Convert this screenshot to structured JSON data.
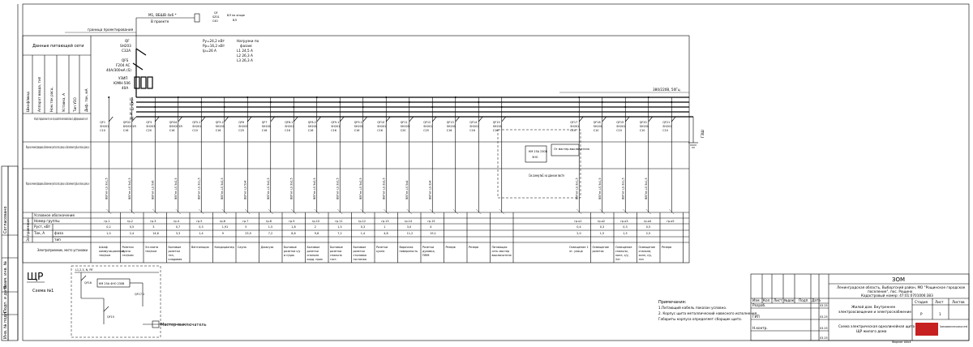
{
  "supply": {
    "cable_label": "М1, ВБШВ 4х6 *",
    "cable_label2": "В проекте",
    "meter": "QF",
    "meter_type": "SZ01",
    "meter_rating": "С40",
    "pole_label": "ВЛ на опоре",
    "pole_id": "ВЛ",
    "boundary": "граница проектирования"
  },
  "main_dev": {
    "qf": "QF",
    "qf_type": "SH203",
    "qf_rating": "С32А",
    "qfs": "QFS",
    "qfs_type": "F204 AC",
    "qfs_rating": "40А/300мА (S)",
    "uzip": "УЗИП",
    "uzip_type": "ЮМН-506",
    "uzip_rating": "40А"
  },
  "calc": {
    "pu": "Ру=24,2 кВт",
    "pr": "Рр=16,2 кВт",
    "ir": "Ip=26 А",
    "load_title": "Нагрузки по",
    "load_sub": "фазам:",
    "l1": "L1 24,5 А",
    "l2": "L2 26,3 А",
    "l3": "L3 26,3 А"
  },
  "bus": {
    "voltage": "380/220В, 50Гц",
    "phases": [
      "L1",
      "L2",
      "L3",
      "N",
      "PE"
    ],
    "ground": "ГЗШ"
  },
  "left_table": [
    "Данные питающей сети",
    "Аппарат ввода: тип, ном. ток расцепителя, уставка",
    "Аппарат отходящей линии: тип, ном. ток расцепителя или плавкой вставки, А, дифференциальный ток, мА",
    "Марка и сечение проводника, обозначение участка сети, длина, м, обозначение трубы на плане, длина, м",
    "Марка и сечение проводника, обозначение участка сети, длина, м, обозначение трубы на плане, длина, м",
    "Условное обозначение",
    "Номер группы",
    "Руст, кВт",
    "Ток, А",
    "Электроприемник, место установки"
  ],
  "left_sub": {
    "ras": "расч.",
    "ph": "фаза",
    "tip": "тип"
  },
  "side_labels": [
    "Согласовано",
    "Взам. инв. №",
    "Подп. и дата",
    "Инв. № подл."
  ],
  "groups": [
    {
      "num": "гр.1",
      "p": "0,2",
      "i": "1,0",
      "load": "Шкаф коммутационный тел/ком",
      "dev": "QF1",
      "dtype": "SH201",
      "drat": "С10",
      "cable": "ВВГнг-LS 3х1,5"
    },
    {
      "num": "гр.2",
      "p": "0,5",
      "i": "2,4",
      "load": "Розетки кухня тел/ком",
      "dev": "QFD2",
      "dtype": "DSH201R",
      "drat": "С16",
      "cable": "ВВГнг-LS 3х2,5"
    },
    {
      "num": "гр.3",
      "p": "3",
      "i": "14,6",
      "load": "Эл.плита тел/ком",
      "dev": "QF3",
      "dtype": "SH203",
      "drat": "С20",
      "cable": "ВВГнг-LS 5х6"
    },
    {
      "num": "гр.4",
      "p": "0,7",
      "i": "3,3",
      "load": "Бытовые розетки тел, кладовая",
      "dev": "QFD4",
      "dtype": "DSH201R",
      "drat": "С16",
      "cable": "ВВГнг-LS 3х2,5"
    },
    {
      "num": "гр.5",
      "p": "0,3",
      "i": "1,4",
      "load": "Вентиляция",
      "dev": "QF5.1",
      "dtype": "SH201",
      "drat": "С10",
      "cable": "ВВГнг-LS 3х1,5"
    },
    {
      "num": "гр.6",
      "p": "1,91",
      "i": "9",
      "load": "Кондиционер",
      "dev": "QF5.2",
      "dtype": "SH201",
      "drat": "С16",
      "cable": "ВВГнг-LS 3х2,5"
    },
    {
      "num": "гр.7",
      "p": "5",
      "i": "23,9",
      "load": "Сауна",
      "dev": "QF6",
      "dtype": "SH203",
      "drat": "С25",
      "cable": "ВВГнг-LS 5х4"
    },
    {
      "num": "гр.8",
      "p": "1,5",
      "i": "7,2",
      "load": "Джакузи",
      "dev": "QF7",
      "dtype": "SH201",
      "drat": "С16",
      "cable": "ВВГнг-LS 3х2,5"
    },
    {
      "num": "гр.9",
      "p": "1,8",
      "i": "8,6",
      "load": "Бытовые розетки с/у и п/цок",
      "dev": "QF8.1",
      "dtype": "SH201",
      "drat": "С16",
      "cable": "ВВГнг-LS 3х2,5"
    },
    {
      "num": "гр.10",
      "p": "2",
      "i": "9,6",
      "load": "Бытовые розетки спальня корд. прих",
      "dev": "QF8.2",
      "dtype": "SH201",
      "drat": "С16",
      "cable": "ВВГнг-LS 3х2,5"
    },
    {
      "num": "гр.11",
      "p": "1,5",
      "i": "7,2",
      "load": "Бытовые розетки спальня гост. прихож. прих.",
      "dev": "QF9.1",
      "dtype": "SH201",
      "drat": "С16",
      "cable": "ВВГнг-LS 3х2,5"
    },
    {
      "num": "гр.12",
      "p": "0,3",
      "i": "1,4",
      "load": "Бытовые розетки столовая гостиная терраса",
      "dev": "QF9.2",
      "dtype": "SH201",
      "drat": "С16",
      "cable": "ВВГнг-LS 3х2,5"
    },
    {
      "num": "гр.13",
      "p": "1",
      "i": "4,8",
      "load": "Розетки кухня",
      "dev": "QF10",
      "dtype": "SH201",
      "drat": "С16",
      "cable": "ВВГнг-LS 3х2,5"
    },
    {
      "num": "гр.14",
      "p": "3,0",
      "i": "11,2",
      "load": "Варочная поверхность",
      "dev": "QF11",
      "dtype": "SH203",
      "drat": "С20",
      "cable": "ВВГнг-LS 5х4"
    },
    {
      "num": "гр.15",
      "p": "4",
      "i": "19,1",
      "load": "Розетки духовка, ПММ",
      "dev": "QF12",
      "dtype": "SH201",
      "drat": "С25",
      "cable": "ВВГнг-LS 3х4"
    },
    {
      "num": "",
      "p": "",
      "i": "",
      "load": "Резерв",
      "dev": "QF13",
      "dtype": "SH201",
      "drat": "С16",
      "cable": ""
    },
    {
      "num": "",
      "p": "",
      "i": "",
      "load": "Резерв",
      "dev": "QF14",
      "dtype": "SH201",
      "drat": "С16",
      "cable": ""
    },
    {
      "num": "",
      "p": "",
      "i": "",
      "load": "Питающая сеть мастер выключателя",
      "dev": "QF15",
      "dtype": "SH201",
      "drat": "С16",
      "cable": ""
    }
  ],
  "ngroups": [
    {
      "num": "гр.о1",
      "p": "0,4",
      "i": "2,0",
      "load": "Освещение 1 эт. улица",
      "dev": "QF17",
      "dtype": "SH201",
      "drat": "С10",
      "cable": "ВВГнг-LS 3х1,5"
    },
    {
      "num": "гр.о2",
      "p": "0,3",
      "i": "1,5",
      "load": "Освещение розеток",
      "dev": "QF18",
      "dtype": "SH201",
      "drat": "С10",
      "cable": "ВВГнг-LS 3х1,5"
    },
    {
      "num": "гр.о3",
      "p": "0,3",
      "i": "1,5",
      "load": "Освещение спальни, холл, с/у, 2эт",
      "dev": "QF19",
      "dtype": "SH201",
      "drat": "С10",
      "cable": "ВВГнг-LS 3х1,5"
    },
    {
      "num": "гр.о4",
      "p": "0,5",
      "i": "2,5",
      "load": "Освещение спальни, холл, с/у, тел",
      "dev": "QF20",
      "dtype": "SH201",
      "drat": "С10",
      "cable": "ВВГнг-LS 3х1,5"
    },
    {
      "num": "гр.о5",
      "p": "",
      "i": "",
      "load": "Резерв",
      "dev": "QF21",
      "dtype": "SH201",
      "drat": "С10",
      "cable": ""
    }
  ],
  "master": {
    "ref": "См.схему №1 на данном листе",
    "km": "КМ 25А 230В",
    "km_sub": "3НО",
    "btn": "От мастер-выключателя",
    "sw": "QF16",
    "sw_type": "PH202",
    "sw_rating": "16А",
    "ruka": "QF17.1"
  },
  "small_scheme": {
    "title": "ЩР",
    "label": "Схема №1",
    "bus": "L1,2,3, N, PE",
    "master_label": "Мастер-выключатель",
    "km": "КМ 25А 4НО 230В",
    "qf_a": "QF16",
    "qf_b": "QF17.1",
    "qf_c": "QF15"
  },
  "notes": {
    "title": "Примечания:",
    "n1": "1.Питающий кабель показан условно.",
    "n2": "2. Корпус щита металлический навесного исполнения.",
    "n3": "Габариты корпуса определяет сборщик щита."
  },
  "stamp": {
    "code": "ЗОМ",
    "address1": "Ленинградская область, Выборгский район, МО \"Рощинское городское",
    "address2": "поселение\", пос. Рощино",
    "cadastre": "Кадастровый номер: 47:01:0701006:383",
    "obj1": "Жилой дом. Внутреннее",
    "obj2": "электроосвещение и электроснабжение",
    "sheet_title1": "Схема электрическая однолинейная щита",
    "sheet_title2": "ЩР жилого дома",
    "head": [
      "Изм.",
      "Кол.",
      "Лист",
      "№док.",
      "Подп.",
      "Дата"
    ],
    "roles": [
      "Разраб.",
      "ГИП",
      "Н.контр."
    ],
    "date": "03.25",
    "stage_h": "Стадия",
    "list_h": "Лист",
    "lists_h": "Листов",
    "stage": "Р",
    "list": "1",
    "company": "Проектирование электрических сетей",
    "format": "Формат А4х4"
  },
  "colors": {
    "line": "#000000",
    "logo": "#c62020"
  }
}
